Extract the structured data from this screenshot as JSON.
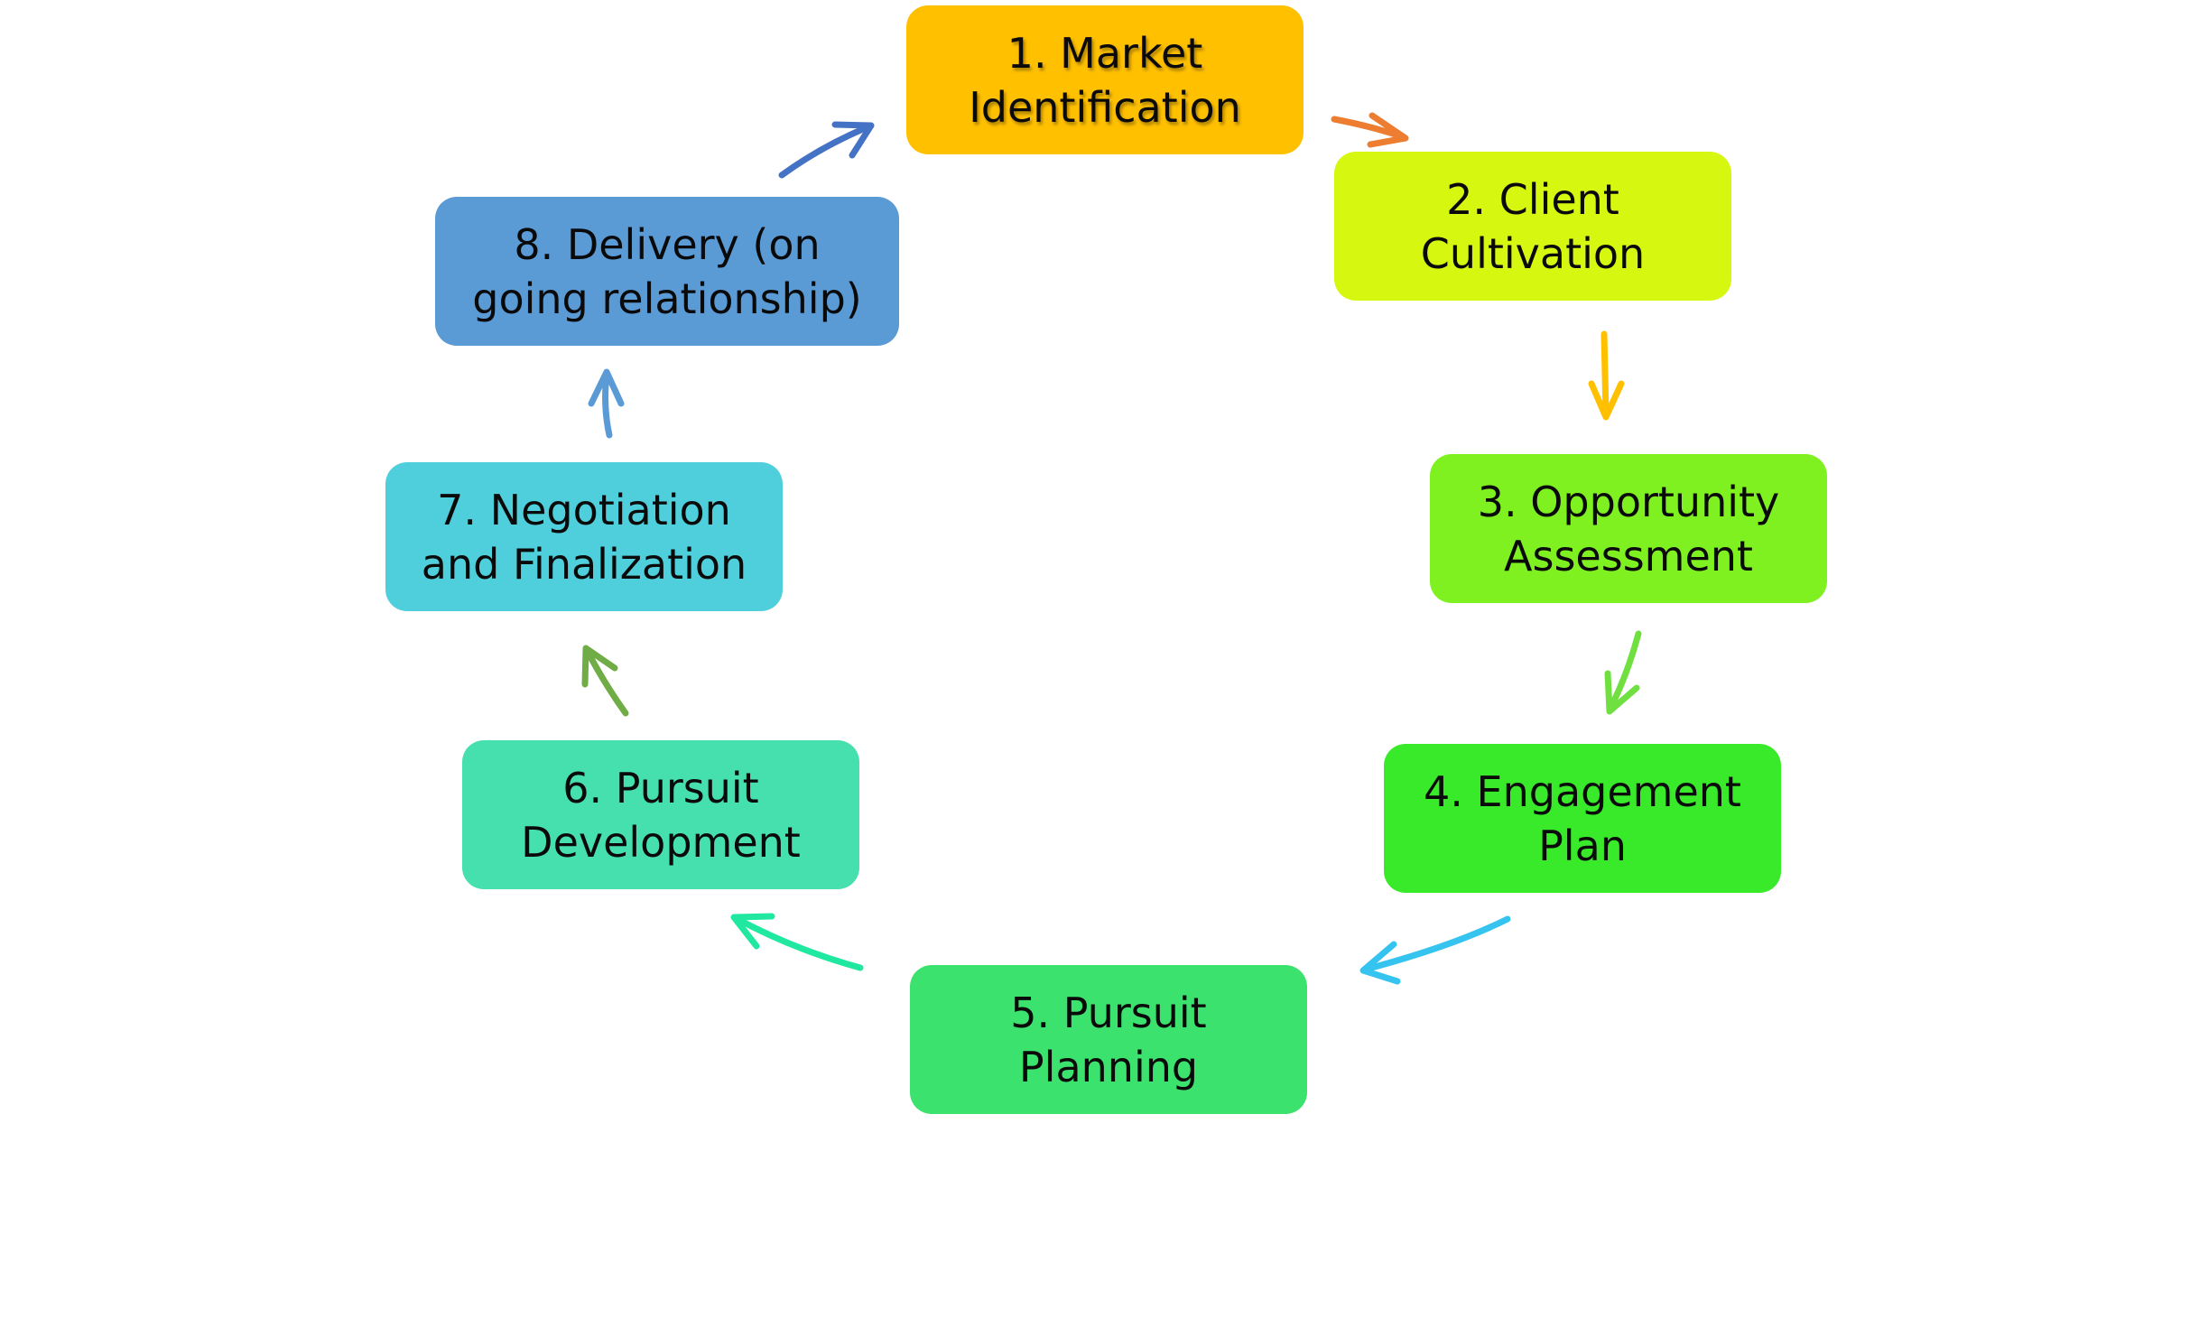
{
  "nodes": [
    {
      "id": "market-identification",
      "label": "1. Market Identification",
      "color": "#ffc000"
    },
    {
      "id": "client-cultivation",
      "label": "2. Client Cultivation",
      "color": "#d6f710"
    },
    {
      "id": "opportunity-assessment",
      "label": "3. Opportunity Assessment",
      "color": "#7ff120"
    },
    {
      "id": "engagement-plan",
      "label": "4. Engagement Plan",
      "color": "#39ea2b"
    },
    {
      "id": "pursuit-planning",
      "label": "5. Pursuit Planning",
      "color": "#3be26d"
    },
    {
      "id": "pursuit-development",
      "label": "6. Pursuit Development",
      "color": "#46dfae"
    },
    {
      "id": "negotiation-finalization",
      "label": "7. Negotiation and Finalization",
      "color": "#4fcfdb"
    },
    {
      "id": "delivery",
      "label": "8. Delivery (on going relationship)",
      "color": "#5b9bd5"
    }
  ],
  "arrows": [
    {
      "from": "market-identification",
      "to": "client-cultivation",
      "color": "#ed7d31"
    },
    {
      "from": "client-cultivation",
      "to": "opportunity-assessment",
      "color": "#ffc000"
    },
    {
      "from": "opportunity-assessment",
      "to": "engagement-plan",
      "color": "#70e040"
    },
    {
      "from": "engagement-plan",
      "to": "pursuit-planning",
      "color": "#35c4f0"
    },
    {
      "from": "pursuit-planning",
      "to": "pursuit-development",
      "color": "#20e8a0"
    },
    {
      "from": "pursuit-development",
      "to": "negotiation-finalization",
      "color": "#70ad47"
    },
    {
      "from": "negotiation-finalization",
      "to": "delivery",
      "color": "#5b9bd5"
    },
    {
      "from": "delivery",
      "to": "market-identification",
      "color": "#4472c4"
    }
  ]
}
